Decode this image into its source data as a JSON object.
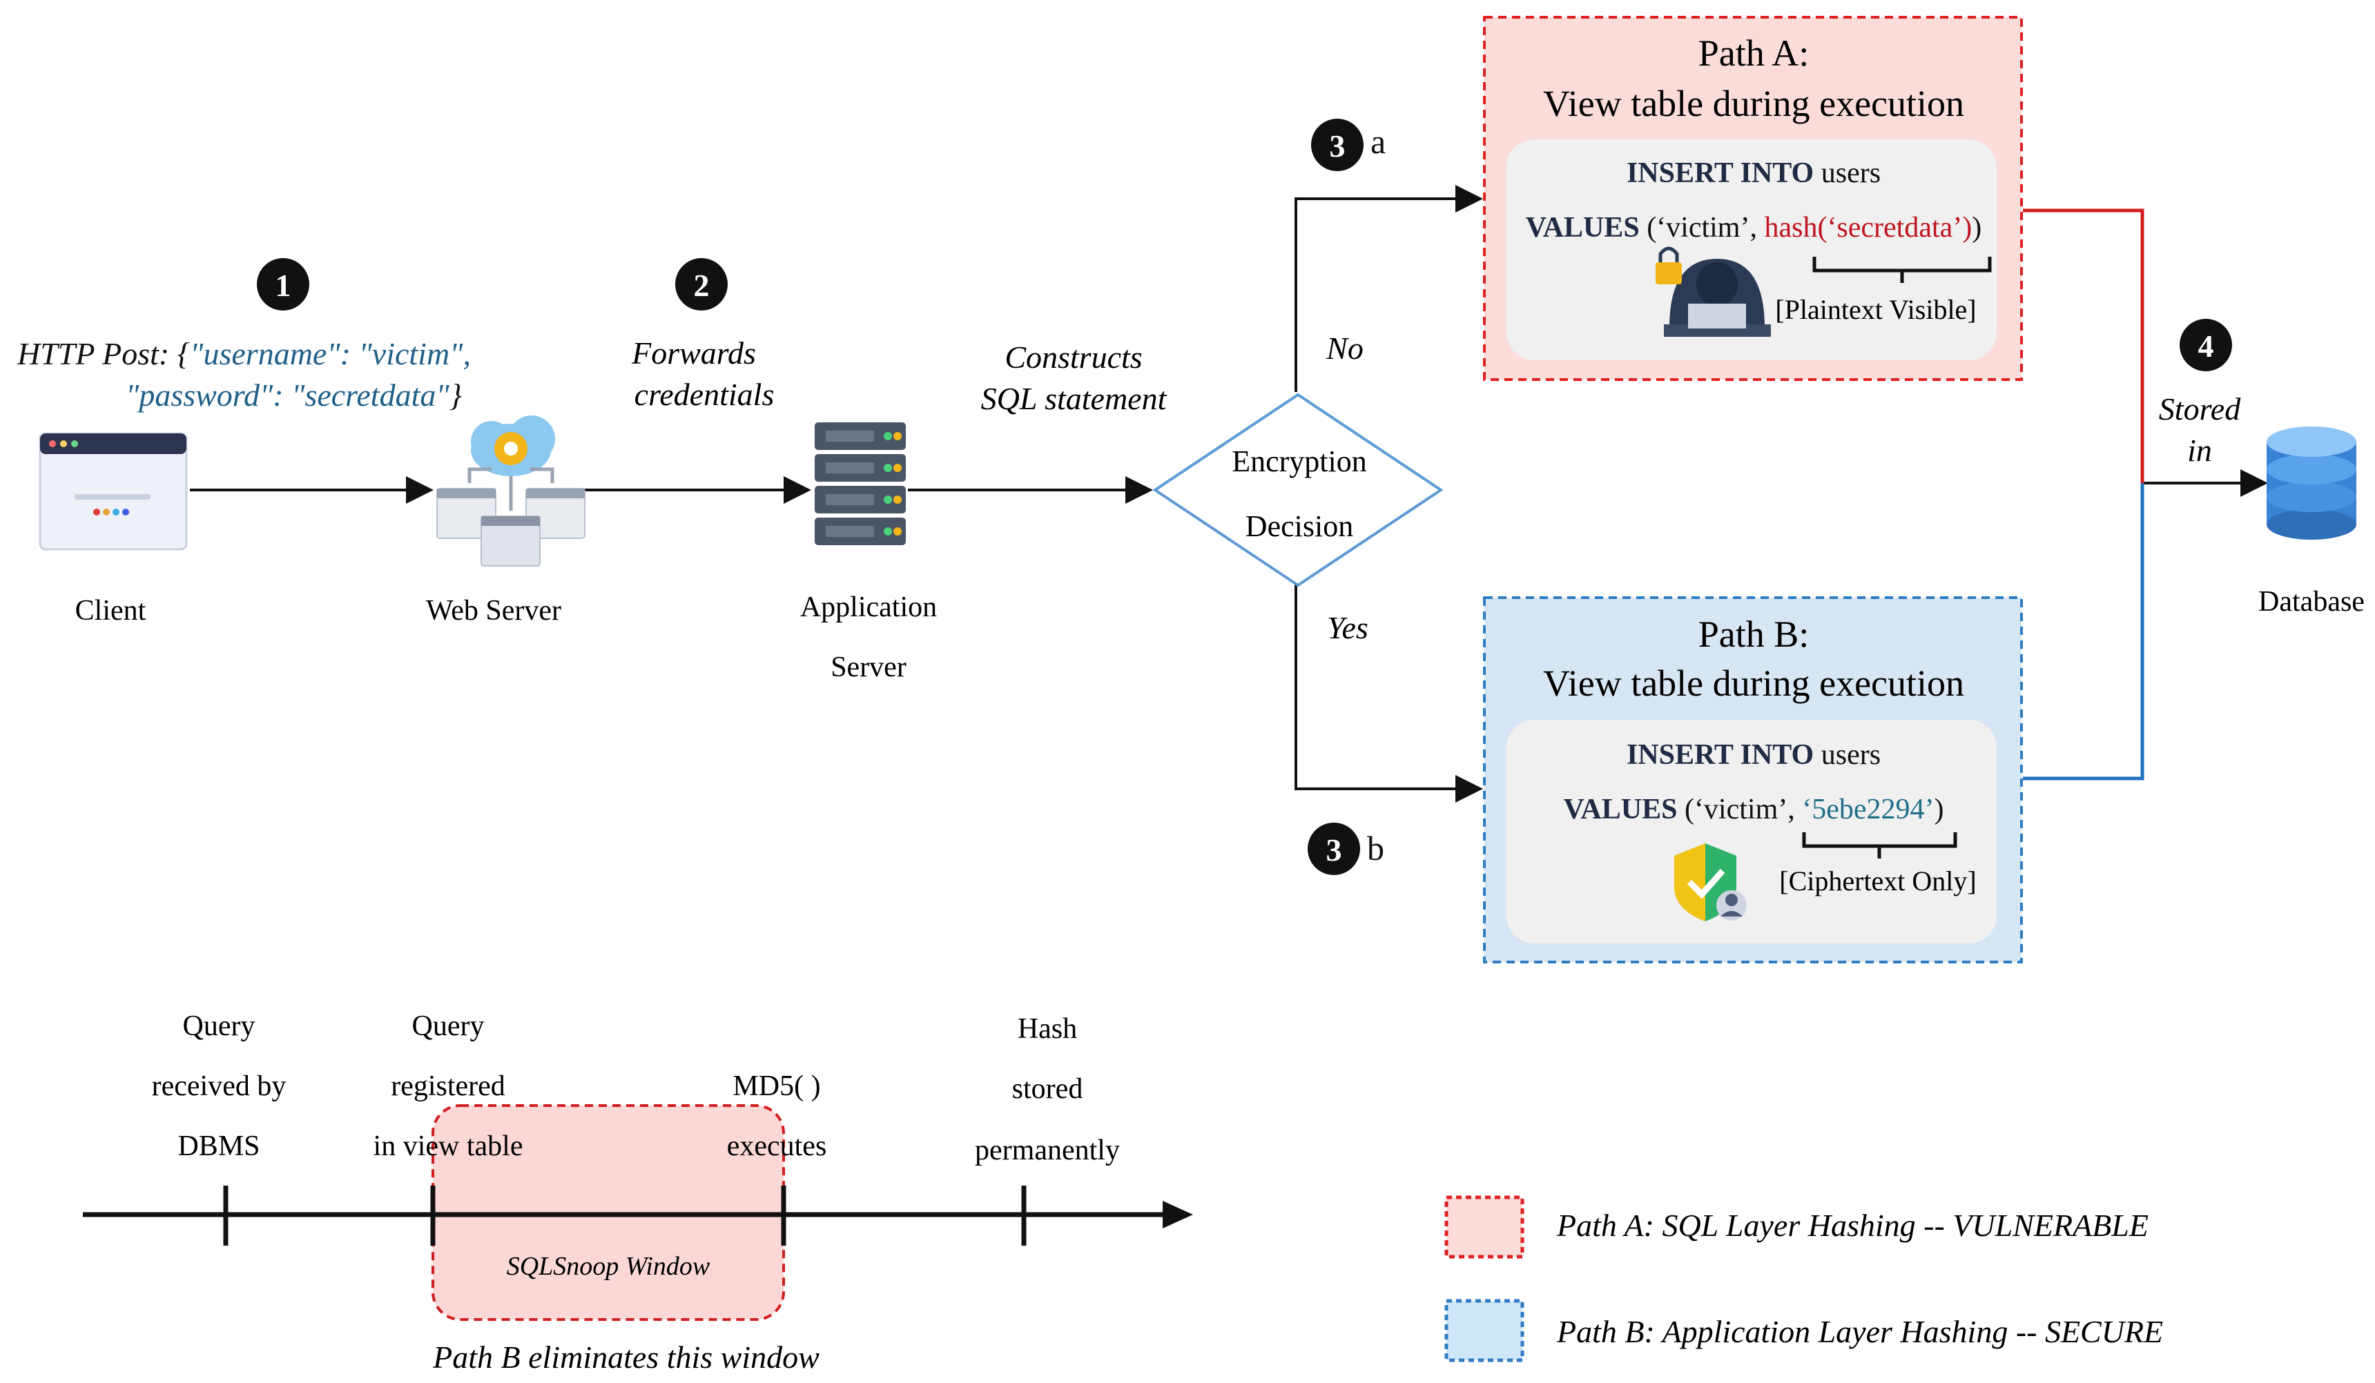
{
  "colors": {
    "ink": "#111111",
    "blue_text": "#1f5f8a",
    "navy": "#1f2a44",
    "red_text": "#c0141c",
    "teal_text": "#1f6f8b",
    "path_a_fill": "#fcdcd9",
    "path_a_border": "#e02020",
    "path_b_fill": "#d6e6f4",
    "path_b_border": "#2d7cc4",
    "inner_box": "#f0f0f0",
    "red_line": "#d21c1c",
    "blue_line": "#1f73c4",
    "diamond_border": "#5b9bd5",
    "window_fill": "#fbd8d6",
    "window_border": "#d11f1f",
    "legend_blue_fill": "#cfe6f6",
    "legend_blue_border": "#2d7cc4"
  },
  "steps": {
    "s1": "1",
    "s2": "2",
    "s3a": "3",
    "s3a_suffix": "a",
    "s3b": "3",
    "s3b_suffix": "b",
    "s4": "4"
  },
  "http_post": {
    "prefix": "HTTP Post: {",
    "username_pair": "\"username\": \"victim\",",
    "password_pair": "\"password\": \"secretdata\"",
    "suffix": "}"
  },
  "labels": {
    "forwards_1": "Forwards",
    "forwards_2": "credentials",
    "constructs_1": "Constructs",
    "constructs_2": "SQL statement",
    "client": "Client",
    "web_server": "Web Server",
    "app_server_1": "Application",
    "app_server_2": "Server",
    "decision_1": "Encryption",
    "decision_2": "Decision",
    "no": "No",
    "yes": "Yes",
    "stored_1": "Stored",
    "stored_2": "in",
    "database": "Database"
  },
  "path_a": {
    "title_1": "Path A:",
    "title_2": "View table during execution",
    "sql_kw_insert": "INSERT INTO",
    "sql_table": " users",
    "sql_kw_values": "VALUES",
    "sql_open": " (‘victim’, ",
    "sql_hash": "hash(‘secretdata’)",
    "sql_close": ")",
    "note": "[Plaintext Visible]"
  },
  "path_b": {
    "title_1": "Path B:",
    "title_2": "View table during execution",
    "sql_kw_insert": "INSERT INTO",
    "sql_table": " users",
    "sql_kw_values": "VALUES",
    "sql_open": " (‘victim’, ",
    "sql_cipher": "‘5ebe2294’",
    "sql_close": ")",
    "note": "[Ciphertext Only]"
  },
  "timeline": {
    "e1": [
      "Query",
      "received by",
      "DBMS"
    ],
    "e2": [
      "Query",
      "registered",
      "in view table"
    ],
    "e3": [
      "MD5( )",
      "executes"
    ],
    "e4": [
      "Hash",
      "stored",
      "permanently"
    ],
    "window_label": "SQLSnoop Window",
    "caption": "Path B eliminates this window"
  },
  "legend": {
    "a": "Path A: SQL Layer Hashing -- VULNERABLE",
    "b": "Path B: Application Layer Hashing -- SECURE"
  },
  "icons": [
    "browser-window-icon",
    "cloud-gear-server-icon",
    "server-rack-icon",
    "database-cylinder-icon",
    "hacker-lock-icon",
    "shield-check-user-icon"
  ]
}
